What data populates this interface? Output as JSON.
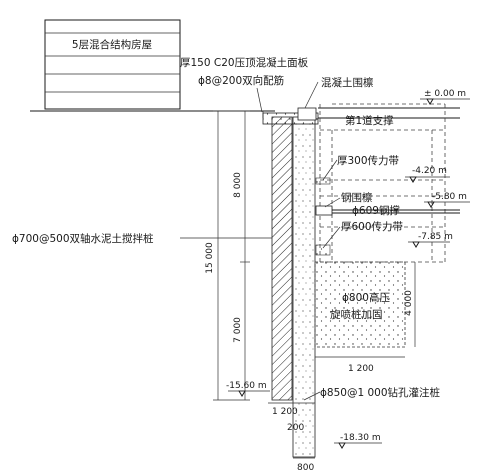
{
  "labels": {
    "building": "5层混合结构房屋",
    "top_slab_1": "厚150 C20压顶混凝土面板",
    "top_slab_2": "ϕ8@200双向配筋",
    "concrete_waler": "混凝土围檩",
    "strut_1": "第1道支撑",
    "band_300": "厚300传力带",
    "steel_waler": "钢围檩",
    "strut_609": "ϕ609钢撑",
    "band_600": "厚600传力带",
    "mixing_pile": "ϕ700@500双轴水泥土搅拌桩",
    "jet_1": "ϕ800高压",
    "jet_2": "旋喷桩加固",
    "bored_pile": "ϕ850@1 000钻孔灌注桩"
  },
  "elevations": {
    "e0": "± 0.00 m",
    "e1": "-4.20 m",
    "e2": "-5.80 m",
    "e3": "-7.85 m",
    "e4": "-15.60 m",
    "e5": "-18.30 m"
  },
  "dims": {
    "d8000": "8 000",
    "d15000": "15 000",
    "d7000": "7 000",
    "d4000": "4 000",
    "d1200a": "1 200",
    "d1200b": "1 200",
    "d200": "200",
    "d800": "800"
  }
}
